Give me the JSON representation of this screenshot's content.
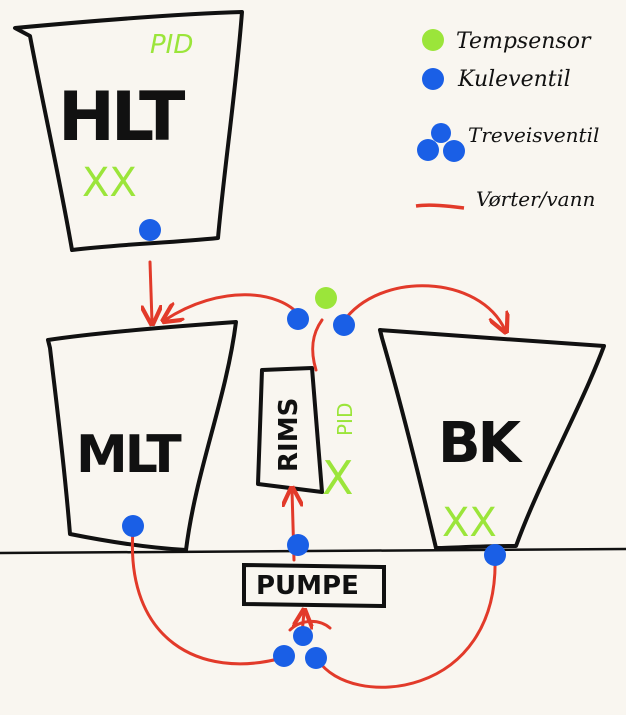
{
  "tanks": {
    "hlt": {
      "label": "HLT",
      "controller": "PID",
      "markers": "XX"
    },
    "mlt": {
      "label": "MLT"
    },
    "bk": {
      "label": "BK",
      "markers": "XX"
    }
  },
  "rims": {
    "label": "RIMS",
    "controller": "PID",
    "marker": "X"
  },
  "pump": {
    "label": "PUMPE"
  },
  "legend": {
    "temp_sensor": "Tempsensor",
    "ball_valve": "Kuleventil",
    "three_way_valve": "Treveisventil",
    "wort_water": "Vørter/vann"
  },
  "colors": {
    "pipe": "#e23a2a",
    "valve": "#1a5fe6",
    "sensor": "#9be53a",
    "ink": "#111111",
    "paper": "#f9f6f0"
  },
  "icons": {
    "temp_sensor": "green-dot",
    "ball_valve": "blue-dot",
    "three_way_valve": "blue-dot-cluster",
    "wort_water": "red-line",
    "heating_element": "x-mark"
  }
}
